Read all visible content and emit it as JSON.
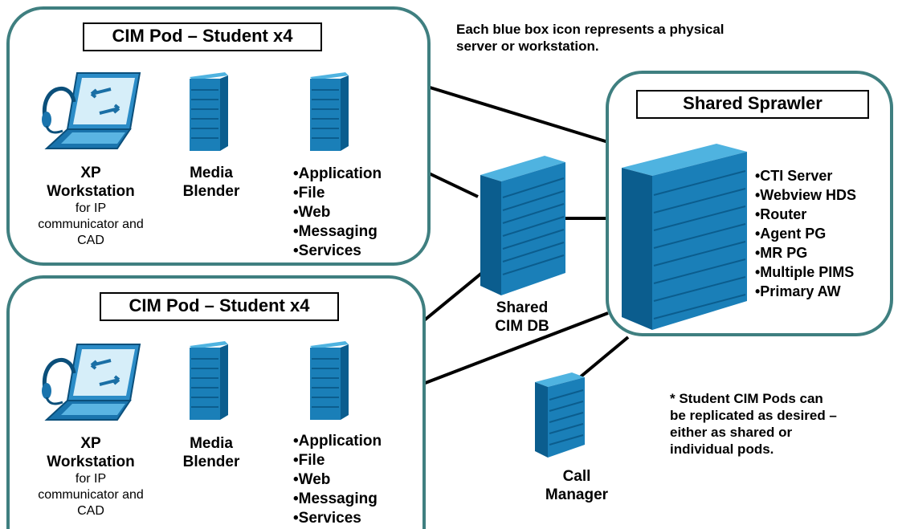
{
  "note_top": [
    "Each blue box icon represents a physical",
    "server or workstation."
  ],
  "pods": [
    {
      "title": "CIM Pod – Student x4",
      "workstation": {
        "name": [
          "XP",
          "Workstation"
        ],
        "detail": [
          "for IP",
          "communicator and",
          "CAD"
        ]
      },
      "media": [
        "Media",
        "Blender"
      ],
      "services": [
        "•Application",
        "•File",
        "•Web",
        "•Messaging",
        "•Services"
      ]
    },
    {
      "title": "CIM Pod – Student x4",
      "workstation": {
        "name": [
          "XP",
          "Workstation"
        ],
        "detail": [
          "for IP",
          "communicator and",
          "CAD"
        ]
      },
      "media": [
        "Media",
        "Blender"
      ],
      "services": [
        "•Application",
        "•File",
        "•Web",
        "•Messaging",
        "•Services"
      ]
    }
  ],
  "shared_cim_db": [
    "Shared",
    "CIM DB"
  ],
  "call_manager": [
    "Call",
    "Manager"
  ],
  "sprawler": {
    "title": "Shared Sprawler",
    "items": [
      "•CTI Server",
      "•Webview HDS",
      "•Router",
      "•Agent PG",
      "•MR PG",
      "•Multiple PIMS",
      "•Primary AW"
    ]
  },
  "note_bottom": [
    "* Student CIM Pods can",
    "be replicated as desired –",
    "either as shared or",
    "individual pods."
  ],
  "colors": {
    "pod_border": "#3f7f80",
    "server_front": "#1a7fb8",
    "server_side": "#0b5d8e",
    "server_top": "#4fb3e0"
  },
  "icons": [
    "server-icon",
    "laptop-headset-icon"
  ]
}
